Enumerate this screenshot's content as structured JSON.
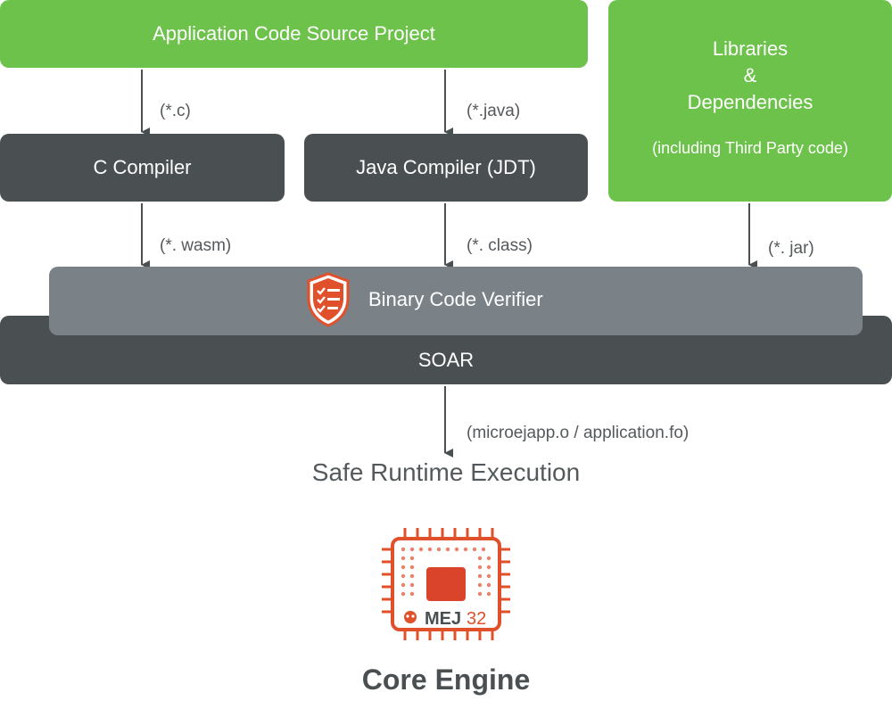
{
  "boxes": {
    "source_project": "Application Code Source Project",
    "libraries": {
      "line1": "Libraries",
      "line2": "&",
      "line3": "Dependencies",
      "note": "(including Third Party code)"
    },
    "c_compiler": "C Compiler",
    "java_compiler": "Java Compiler (JDT)",
    "verifier": "Binary Code Verifier",
    "soar": "SOAR"
  },
  "edge_labels": {
    "c_src": "(*.c)",
    "java_src": "(*.java)",
    "wasm": "(*. wasm)",
    "class": "(*. class)",
    "jar": "(*. jar)",
    "output": "(microejapp.o / application.fo)"
  },
  "runtime_title": "Safe Runtime Execution",
  "chip": {
    "brand": "MEJ",
    "number": "32",
    "title": "Core Engine"
  },
  "colors": {
    "green": "#6cc24a",
    "dark": "#4a4f52",
    "gray": "#7a8287",
    "orange": "#e0502a"
  }
}
